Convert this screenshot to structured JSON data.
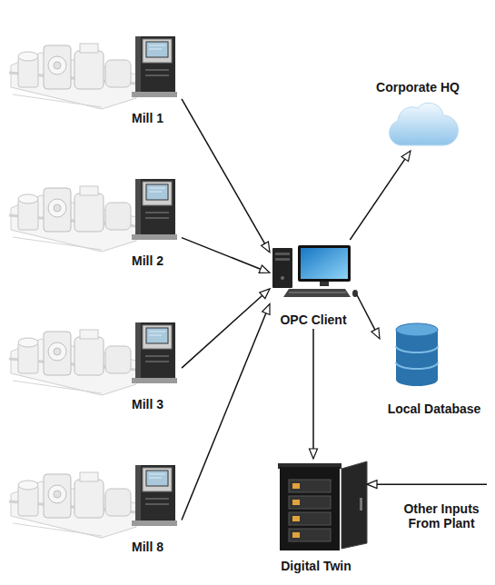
{
  "diagram": {
    "nodes": [
      {
        "text": [
          "Corporate HQ"
        ]
      },
      {
        "text": [
          "Mill 1"
        ]
      },
      {
        "text": [
          "Mill 2"
        ]
      },
      {
        "text": [
          "OPC Client"
        ]
      },
      {
        "text": [
          "Mill 3"
        ]
      },
      {
        "text": [
          "Local Database"
        ]
      },
      {
        "text": [
          "Other Inputs From Plant"
        ]
      },
      {
        "text": [
          "Mill 8"
        ]
      },
      {
        "text": [
          "Digital Twin"
        ]
      }
    ],
    "edges": [
      {
        "from": 1,
        "to": 3,
        "arrow": "to"
      },
      {
        "from": 2,
        "to": 3,
        "arrow": "to"
      },
      {
        "from": 4,
        "to": 3,
        "arrow": "to"
      },
      {
        "from": 7,
        "to": 3,
        "arrow": "to"
      },
      {
        "from": 3,
        "to": 0,
        "arrow": "to"
      },
      {
        "from": 3,
        "to": 5,
        "arrow": "to"
      },
      {
        "from": 3,
        "to": 8,
        "arrow": "to"
      },
      {
        "from": 6,
        "to": 8,
        "arrow": "to"
      }
    ]
  }
}
